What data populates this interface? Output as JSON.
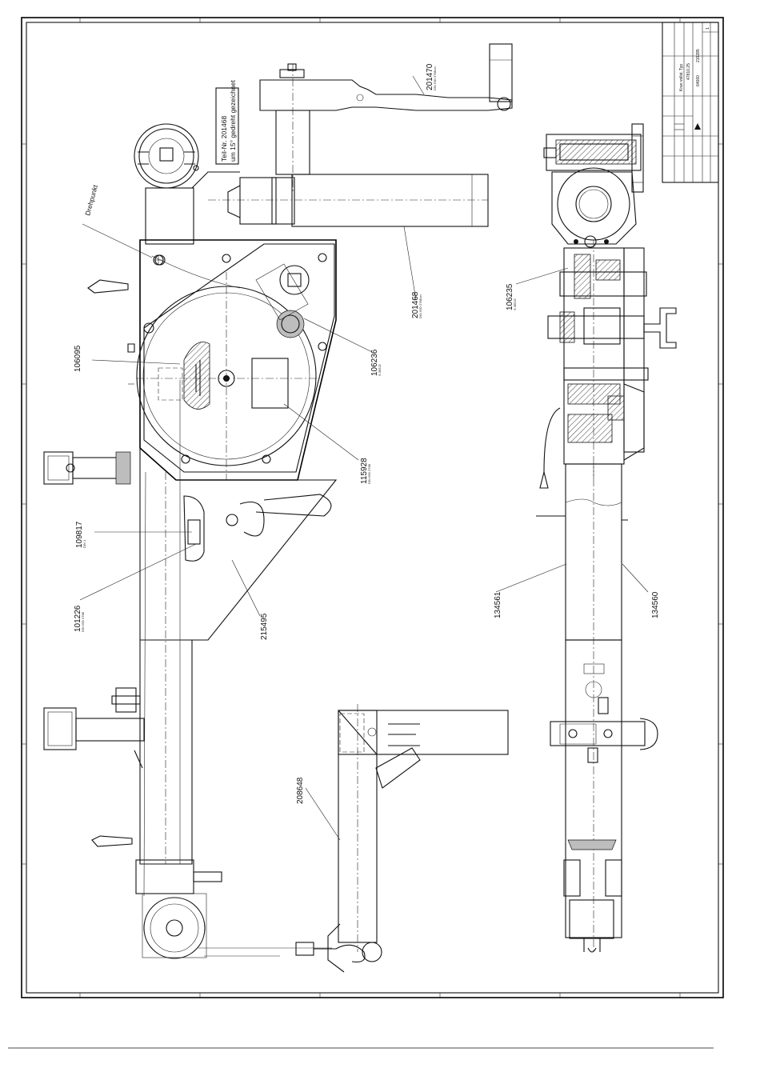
{
  "drawing": {
    "annotations": {
      "drehpunkt": "Drehpunkt",
      "note_line1": "Teil-Nr. 201468",
      "note_line2": "um 15° gedreht gezeichnet"
    },
    "part_refs": [
      {
        "id": "ref-201470",
        "number": "201470",
        "sub": "DIN ISO 2768-m"
      },
      {
        "id": "ref-201468",
        "number": "201468",
        "sub": "DIN ISO 2768-m"
      },
      {
        "id": "ref-106236",
        "number": "106236",
        "sub": "S 355J2"
      },
      {
        "id": "ref-115928",
        "number": "115928",
        "sub": "DIN ISO 2768"
      },
      {
        "id": "ref-106095",
        "number": "106095",
        "sub": ""
      },
      {
        "id": "ref-109817",
        "number": "109817",
        "sub": "DIN 1"
      },
      {
        "id": "ref-101226",
        "number": "101226",
        "sub": "DIN ISO 2768"
      },
      {
        "id": "ref-215495",
        "number": "215495",
        "sub": ""
      },
      {
        "id": "ref-106235",
        "number": "106235",
        "sub": "S 355J2"
      },
      {
        "id": "ref-134561",
        "number": "134561",
        "sub": ""
      },
      {
        "id": "ref-134560",
        "number": "134560",
        "sub": ""
      },
      {
        "id": "ref-208648",
        "number": "208648",
        "sub": ""
      }
    ],
    "title_block": {
      "title": "Kran vollst. Typ",
      "type_number": "47810.25",
      "drawing_number": "64660",
      "index": "219285",
      "sheet": "1"
    }
  }
}
